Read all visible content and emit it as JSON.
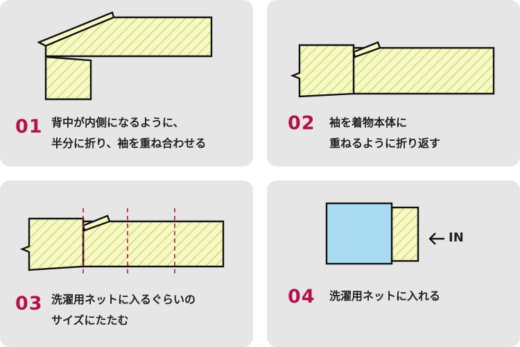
{
  "colors": {
    "card_bg": "#e6e6e6",
    "step_number": "#b3124a",
    "fabric_fill": "#f6f8c6",
    "hatch": "#cfd96a",
    "net_fill": "#a9dcf3",
    "guide_line": "#b3124a"
  },
  "steps": [
    {
      "number": "01",
      "line1": "背中が内側になるように、",
      "line2": "半分に折り、袖を重ね合わせる"
    },
    {
      "number": "02",
      "line1": "袖を着物本体に",
      "line2": "重ねるように折り返す"
    },
    {
      "number": "03",
      "line1": "洗濯用ネットに入るぐらいの",
      "line2": "サイズにたたむ"
    },
    {
      "number": "04",
      "line1": "洗濯用ネットに入れる",
      "line2": ""
    }
  ],
  "step4_arrow": {
    "icon": "arrow-left-icon",
    "label": "IN"
  }
}
